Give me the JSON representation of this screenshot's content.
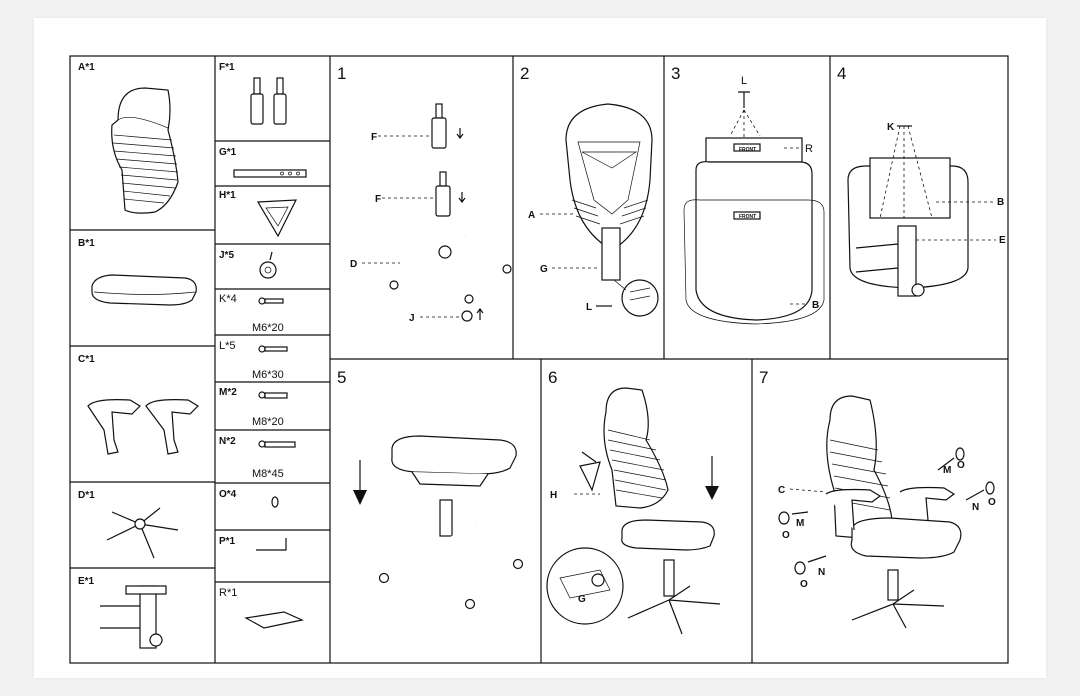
{
  "parts": {
    "A": {
      "label": "A*1"
    },
    "B": {
      "label": "B*1"
    },
    "C": {
      "label": "C*1"
    },
    "D": {
      "label": "D*1"
    },
    "E": {
      "label": "E*1"
    },
    "F": {
      "label": "F*1"
    },
    "G": {
      "label": "G*1"
    },
    "H": {
      "label": "H*1"
    },
    "J": {
      "label": "J*5"
    },
    "K": {
      "label": "K*4",
      "size": "M6*20"
    },
    "L": {
      "label": "L*5",
      "size": "M6*30"
    },
    "M": {
      "label": "M*2",
      "size": "M8*20"
    },
    "N": {
      "label": "N*2",
      "size": "M8*45"
    },
    "O": {
      "label": "O*4"
    },
    "P": {
      "label": "P*1"
    },
    "R": {
      "label": "R*1"
    }
  },
  "steps": {
    "s1": {
      "number": "1",
      "callouts": [
        "F",
        "F",
        "D",
        "J"
      ]
    },
    "s2": {
      "number": "2",
      "callouts": [
        "A",
        "G",
        "L"
      ]
    },
    "s3": {
      "number": "3",
      "callouts": [
        "L",
        "R",
        "B"
      ]
    },
    "s4": {
      "number": "4",
      "callouts": [
        "K",
        "B",
        "E"
      ]
    },
    "s5": {
      "number": "5"
    },
    "s6": {
      "number": "6",
      "callouts": [
        "H",
        "G"
      ]
    },
    "s7": {
      "number": "7",
      "callouts": [
        "C",
        "M",
        "O",
        "N",
        "O",
        "M",
        "O",
        "N",
        "O"
      ]
    }
  },
  "logo": "FRONT"
}
